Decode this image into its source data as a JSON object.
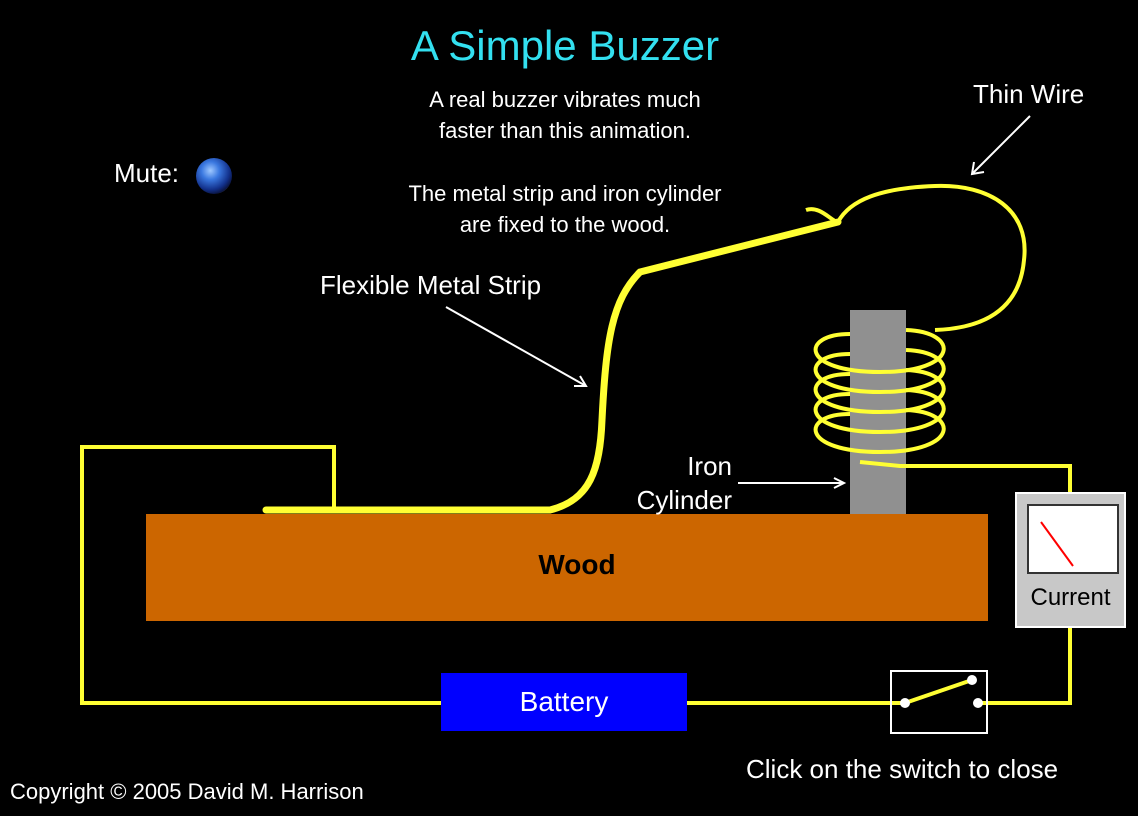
{
  "title": "A Simple Buzzer",
  "notes": {
    "line1": "A real buzzer vibrates much",
    "line2": "faster than this animation.",
    "line3": "The metal strip and iron cylinder",
    "line4": "are fixed to the wood."
  },
  "mute_label": "Mute:",
  "labels": {
    "thin_wire": "Thin Wire",
    "flexible_strip": "Flexible Metal Strip",
    "iron_line1": "Iron",
    "iron_line2": "Cylinder",
    "wood": "Wood",
    "battery": "Battery",
    "current": "Current"
  },
  "instruction": "Click on the switch to close",
  "copyright": "Copyright © 2005 David M. Harrison",
  "colors": {
    "title": "#33e0f0",
    "wire": "#ffff33",
    "wood": "#cc6600",
    "battery": "#0000ff",
    "iron": "#909090",
    "meter_needle": "#ff0000"
  },
  "switch_state": "open"
}
